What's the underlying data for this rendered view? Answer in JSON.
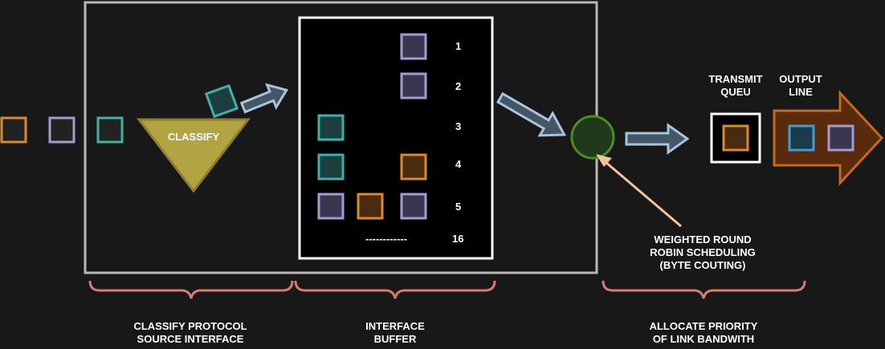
{
  "colors": {
    "background": "#181818",
    "orange": "#d98a2b",
    "purple": "#a79ad0",
    "teal": "#3fb0ad",
    "blue": "#3aa0cf",
    "classify_fill": "#b3a443",
    "arrow_fill": "#445566",
    "arrow_stroke": "#a8c4dc",
    "brace": "#d77b6f",
    "scheduler_fill": "#1e3a1a",
    "scheduler_stroke": "#4f8a2a",
    "output_fill": "#5a2a0c",
    "output_stroke": "#c06a24",
    "pointer": "#f3c39a"
  },
  "classify": {
    "label": "CLASSIFY"
  },
  "buffer": {
    "rows": [
      "1",
      "2",
      "3",
      "4",
      "5"
    ],
    "last_row": "16",
    "dashes": "------------"
  },
  "transmit_queue": {
    "label_line1": "TRANSMIT",
    "label_line2": "QUEU"
  },
  "output_line": {
    "label_line1": "OUTPUT",
    "label_line2": "LINE"
  },
  "scheduler": {
    "label_line1": "WEIGHTED ROUND",
    "label_line2": "ROBIN SCHEDULING",
    "label_line3": "(BYTE COUTING)"
  },
  "sections": [
    {
      "line1": "CLASSIFY PROTOCOL",
      "line2": "SOURCE INTERFACE"
    },
    {
      "line1": "INTERFACE",
      "line2": "BUFFER"
    },
    {
      "line1": "ALLOCATE PRIORITY",
      "line2": "OF LINK BANDWITH"
    }
  ]
}
